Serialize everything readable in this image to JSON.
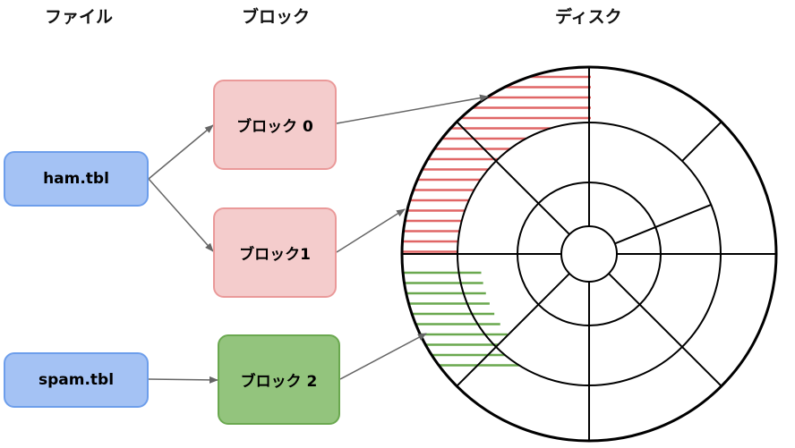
{
  "headers": {
    "files": "ファイル",
    "blocks": "ブロック",
    "disk": "ディスク"
  },
  "files": [
    {
      "label": "ham.tbl"
    },
    {
      "label": "spam.tbl"
    }
  ],
  "blocks": [
    {
      "label": "ブロック 0"
    },
    {
      "label": "ブロック1"
    },
    {
      "label": "ブロック 2"
    }
  ],
  "colors": {
    "file_fill": "#a4c2f4",
    "file_border": "#6d9eeb",
    "block_red_fill": "#f4cccc",
    "block_red_border": "#ea9999",
    "block_green_fill": "#93c47d",
    "block_green_border": "#6aa84f",
    "hatch_red": "#e06666",
    "hatch_green": "#6aa84f",
    "arrow": "#666666",
    "disk_line": "#000000"
  }
}
